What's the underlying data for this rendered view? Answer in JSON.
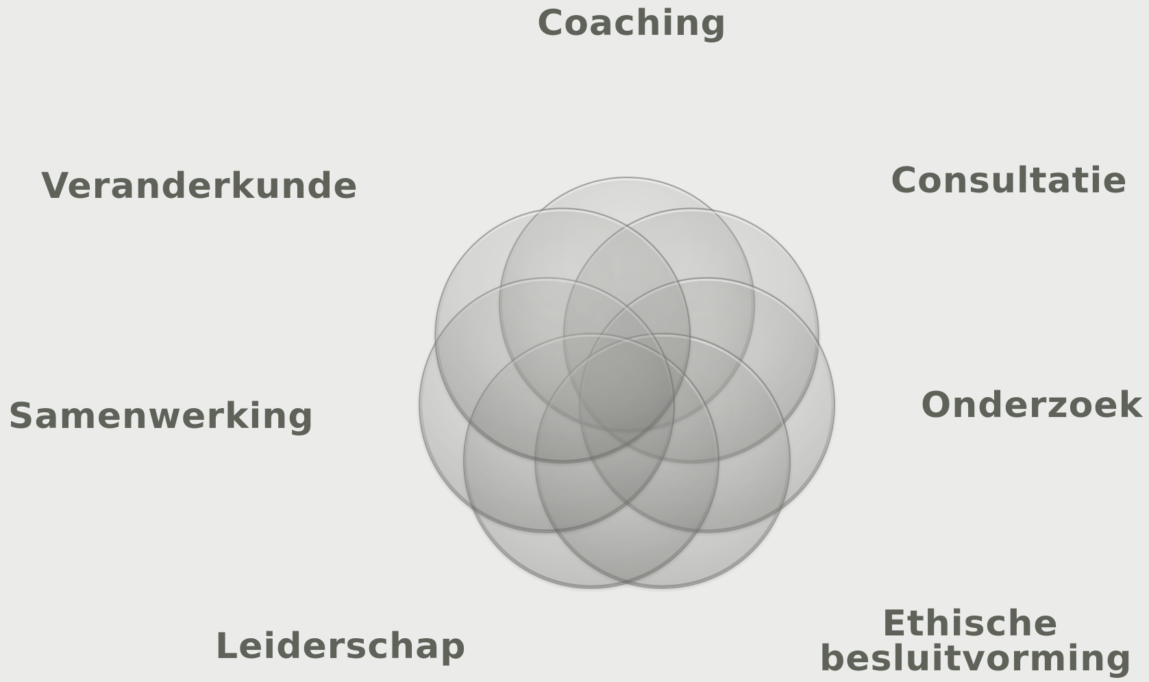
{
  "diagram": {
    "labels": {
      "coaching": "Coaching",
      "consultatie": "Consultatie",
      "onderzoek": "Onderzoek",
      "ethische_line1": "Ethische",
      "ethische_line2": "besluitvorming",
      "leiderschap": "Leiderschap",
      "samenwerking": "Samenwerking",
      "veranderkunde": "Veranderkunde"
    },
    "circle_count": 7,
    "colors": {
      "background": "#ebecea",
      "text": "#5e6259",
      "circle_fill": "#7c7d79",
      "circle_stroke": "#6f716c"
    }
  }
}
